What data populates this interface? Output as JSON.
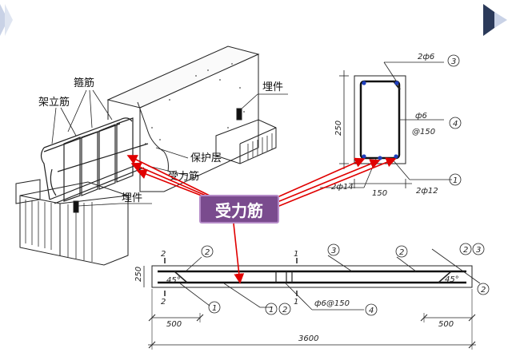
{
  "callout": {
    "text": "受力筋"
  },
  "iso_labels": {
    "stirrup": "箍筋",
    "erect_bar": "架立筋",
    "embed_top": "埋件",
    "cover": "保护层",
    "main_bar": "受力筋",
    "embed_bottom": "埋件"
  },
  "section": {
    "top_bar": "2ф6",
    "top_no": "3",
    "stirrup": "ф6",
    "stirrup_spacing": "@150",
    "stirrup_no": "4",
    "height": "250",
    "width": "150",
    "bottom_bar": "2ф12",
    "bottom_no": "1",
    "bent_bar": "2ф14"
  },
  "elevation": {
    "height": "250",
    "left_angle": "45°",
    "right_angle": "45°",
    "section_mark_1": "1",
    "section_mark_2": "2",
    "callout_2": "2",
    "callout_3": "3",
    "callout_1": "1",
    "callout_12a": "1",
    "callout_12b": "2",
    "callout_23a": "2",
    "callout_23b": "3",
    "stirrup": "ф6@150",
    "stirrup_no": "4",
    "left_len": "500",
    "right_len": "500",
    "total_len": "3600"
  },
  "colors": {
    "arrow": "#e00000",
    "callout_bg": "#7a4b8e",
    "rebar_dot": "#1f3fbf",
    "corner_dark": "#2b3a5a",
    "corner_light": "#c9d2e6"
  }
}
